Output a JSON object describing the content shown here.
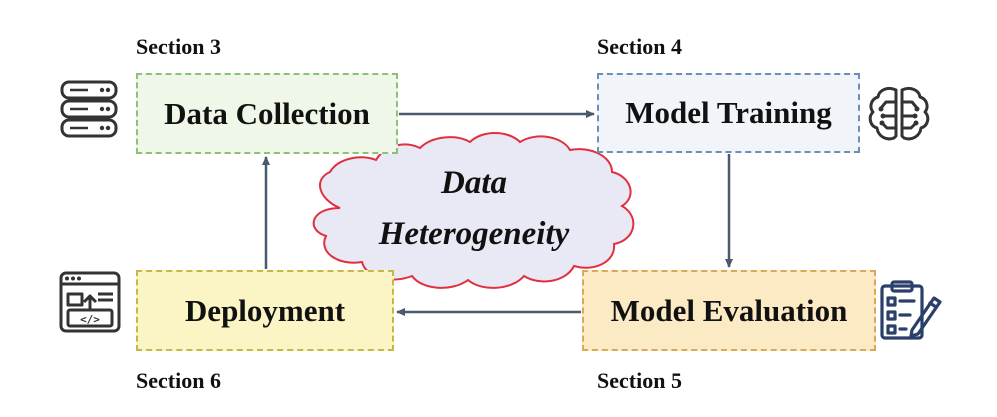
{
  "nodes": {
    "data_collection": {
      "label": "Data Collection",
      "section": "Section 3",
      "icon": "database-icon"
    },
    "model_training": {
      "label": "Model Training",
      "section": "Section 4",
      "icon": "brain-icon"
    },
    "model_evaluation": {
      "label": "Model Evaluation",
      "section": "Section 5",
      "icon": "clipboard-edit-icon"
    },
    "deployment": {
      "label": "Deployment",
      "section": "Section 6",
      "icon": "web-code-upload-icon"
    }
  },
  "center": {
    "line1": "Data",
    "line2": "Heterogeneity"
  },
  "colors": {
    "arrow": "#4a5a6e",
    "cloud_fill": "#e9e9f6",
    "cloud_stroke": "#e03040",
    "collection_border": "#8fc07a",
    "training_border": "#6d8fb5",
    "deployment_border": "#c9b648",
    "evaluation_border": "#d6aa5a"
  },
  "edges": [
    {
      "from": "data_collection",
      "to": "model_training"
    },
    {
      "from": "model_training",
      "to": "model_evaluation"
    },
    {
      "from": "model_evaluation",
      "to": "deployment"
    },
    {
      "from": "deployment",
      "to": "data_collection"
    }
  ]
}
